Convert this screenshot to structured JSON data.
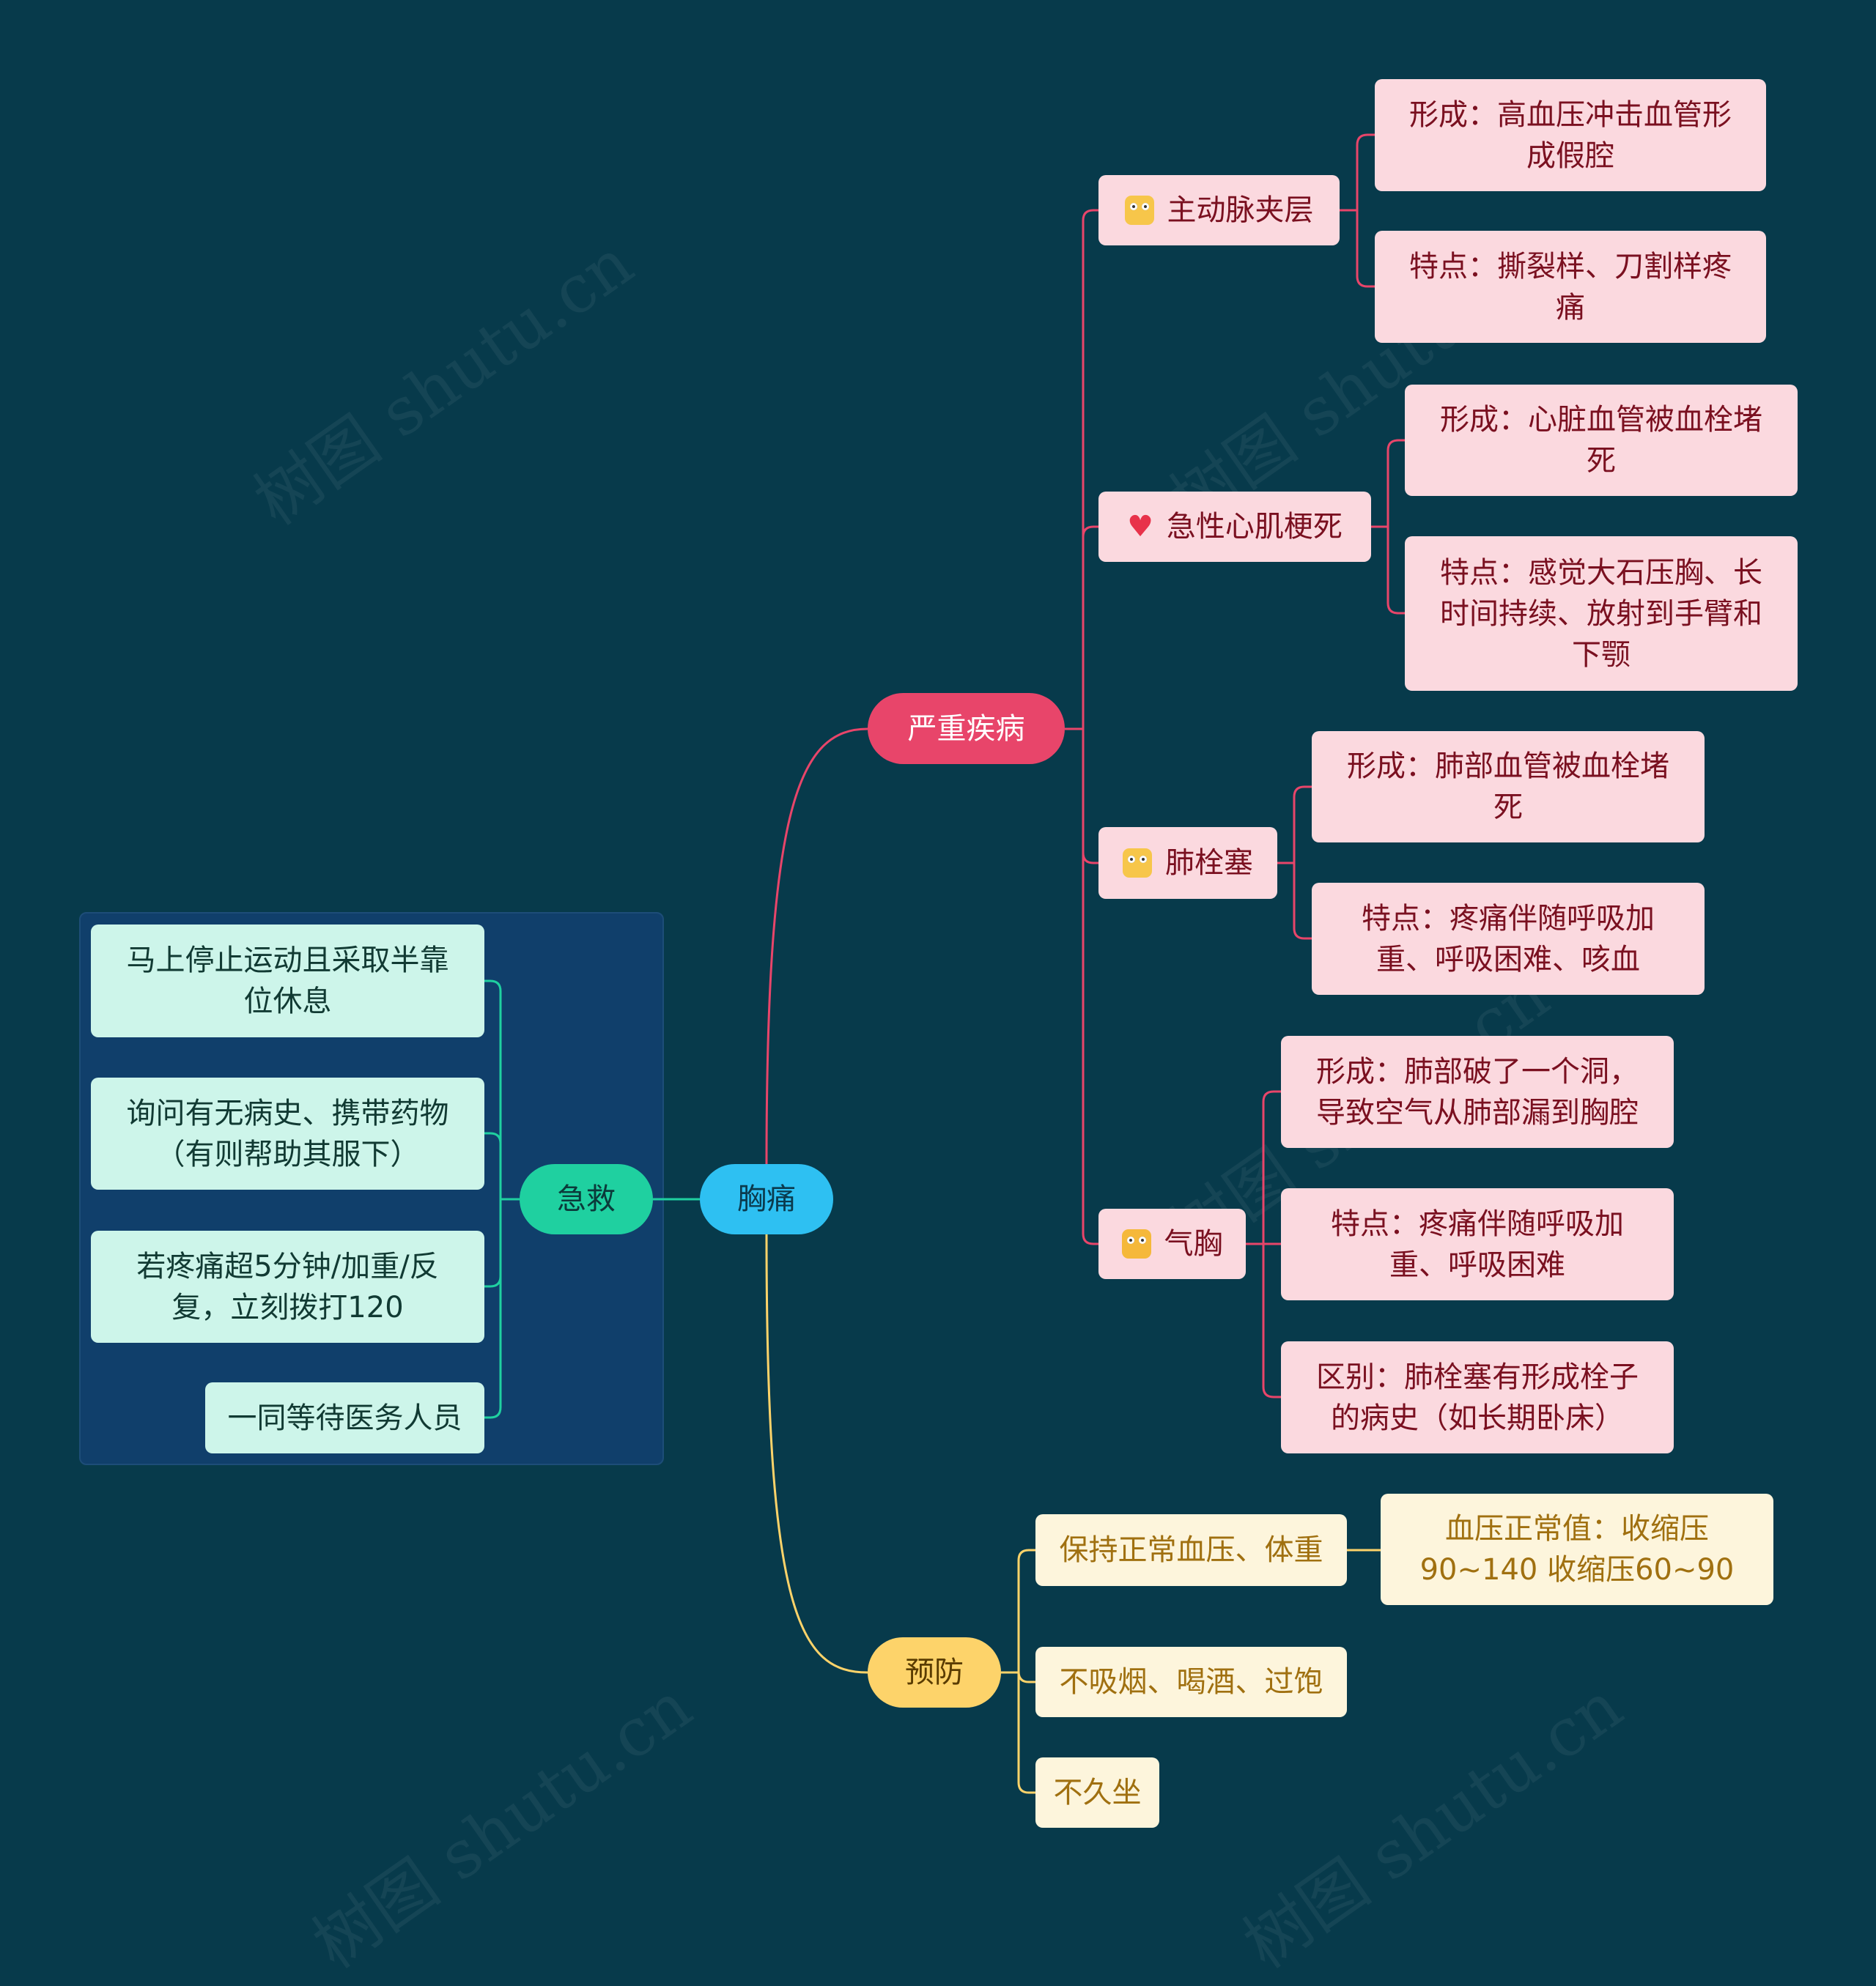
{
  "root": "胸痛",
  "first_aid": {
    "label": "急救",
    "items": [
      "马上停止运动且采取半靠位休息",
      "询问有无病史、携带药物（有则帮助其服下）",
      "若疼痛超5分钟/加重/反复，立刻拨打120",
      "一同等待医务人员"
    ]
  },
  "serious": {
    "label": "严重疾病",
    "diseases": [
      {
        "name": "主动脉夹层",
        "icon": "tongue-face-icon",
        "details": [
          "形成：高血压冲击血管形成假腔",
          "特点：撕裂样、刀割样疼痛"
        ]
      },
      {
        "name": "急性心肌梗死",
        "icon": "broken-heart-icon",
        "details": [
          "形成：心脏血管被血栓堵死",
          "特点：感觉大石压胸、长时间持续、放射到手臂和下颚"
        ]
      },
      {
        "name": "肺栓塞",
        "icon": "worried-face-icon",
        "details": [
          "形成：肺部血管被血栓堵死",
          "特点：疼痛伴随呼吸加重、呼吸困难、咳血"
        ]
      },
      {
        "name": "气胸",
        "icon": "crying-face-icon",
        "details": [
          "形成：肺部破了一个洞，导致空气从肺部漏到胸腔",
          "特点：疼痛伴随呼吸加重、呼吸困难",
          "区别：肺栓塞有形成栓子的病史（如长期卧床）"
        ]
      }
    ]
  },
  "prevention": {
    "label": "预防",
    "items": [
      "保持正常血压、体重",
      "不吸烟、喝酒、过饱",
      "不久坐"
    ],
    "bp_note": "血压正常值：收缩压90~140 收缩压60~90"
  },
  "watermark": "树图 shutu.cn",
  "colors": {
    "background": "#073a4b",
    "serious": "#e8456a",
    "first_aid": "#1fd0a0",
    "prevention": "#fdd36a",
    "root": "#2ec0f2"
  }
}
